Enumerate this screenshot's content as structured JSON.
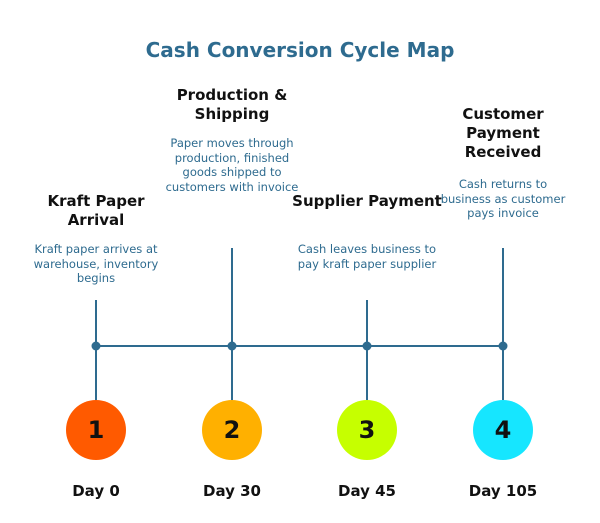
{
  "title": "Cash Conversion Cycle Map",
  "stages": [
    {
      "number": "1",
      "title": "Kraft Paper Arrival",
      "desc": "Kraft paper arrives at warehouse, inventory begins",
      "day": "Day 0",
      "color": "#ff5a00"
    },
    {
      "number": "2",
      "title": "Production & Shipping",
      "desc": "Paper moves through production, finished goods shipped to customers with invoice",
      "day": "Day 30",
      "color": "#ffb000"
    },
    {
      "number": "3",
      "title": "Supplier Payment",
      "desc": "Cash leaves business to pay kraft paper supplier",
      "day": "Day 45",
      "color": "#c6ff00"
    },
    {
      "number": "4",
      "title": "Customer Payment Received",
      "desc": "Cash returns to business as customer pays invoice",
      "day": "Day 105",
      "color": "#16e6ff"
    }
  ],
  "colors": {
    "line": "#2e6b8f",
    "title": "#2e6b8f"
  }
}
